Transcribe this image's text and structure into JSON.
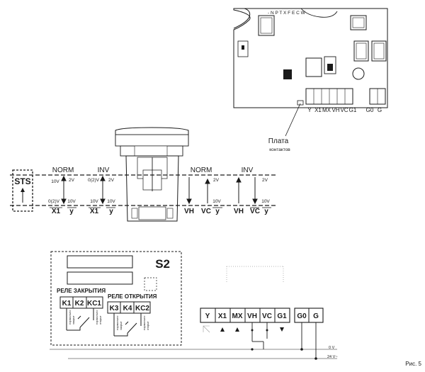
{
  "board": {
    "top_label": "- N P T X F E C W",
    "terminals": [
      "Y",
      "X1",
      "MX",
      "VH",
      "VC",
      "G1"
    ],
    "power_terminals": [
      "G0",
      "G"
    ],
    "callout_line1": "Плата",
    "callout_line2": "контактов"
  },
  "sts": {
    "label": "STS"
  },
  "signals": {
    "norm_label": "NORM",
    "inv_label": "INV",
    "v10": "10V",
    "v2": "2V",
    "v02": "0(2)V",
    "x1": "X1",
    "y": "y",
    "vh": "VH",
    "vc": "VC"
  },
  "s2": {
    "title": "S2",
    "close_relay": "РЕЛЕ  ЗАКРЫТИЯ",
    "open_relay": "РЕЛЕ  ОТКРЫТИЯ",
    "close_contacts": [
      "K1",
      "K2",
      "KC1"
    ],
    "open_contacts": [
      "K3",
      "K4",
      "KC2"
    ],
    "wire_labels": [
      "нормально",
      "закрыт",
      "нормально",
      "открыт"
    ]
  },
  "terminal_strip": {
    "terminals": [
      "Y",
      "X1",
      "MX",
      "VH",
      "VC",
      "G1"
    ],
    "power": [
      "G0",
      "G"
    ]
  },
  "supply": {
    "zero": "0 V",
    "v24": "24 V~"
  },
  "figure_label": "Рис. 5"
}
